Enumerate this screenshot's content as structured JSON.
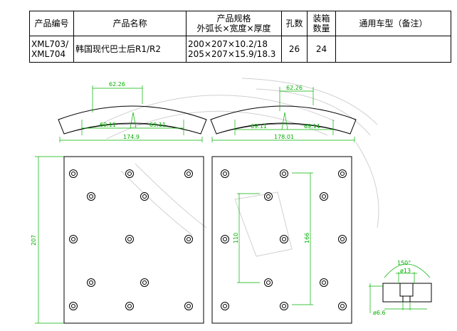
{
  "table": {
    "headers": {
      "code": "产品编号",
      "name": "产品名称",
      "spec_line1": "产品规格",
      "spec_line2": "外弧长×宽度×厚度",
      "holes": "孔数",
      "pack_line1": "装箱",
      "pack_line2": "数量",
      "vehicle": "通用车型（备注）"
    },
    "row": {
      "code_line1": "XML703/",
      "code_line2": "XML704",
      "name": "韩国现代巴士后R1/R2",
      "spec_line1": "200×207×10.2/18",
      "spec_line2": "205×207×15.9/18.3",
      "holes": "26",
      "pack": "24",
      "vehicle": ""
    }
  },
  "drawing": {
    "left_arc": {
      "chord": "62.26",
      "seg_left": "69.11",
      "seg_right": "69.11",
      "total": "174.9"
    },
    "right_arc": {
      "chord": "62.26",
      "seg_left": "69.11",
      "seg_right": "69.11",
      "total": "178.01"
    },
    "width_dim": "207",
    "inner_dim": "110",
    "outer_dim": "166",
    "angle": "150°",
    "hole_small": "ø13",
    "hole_large": "ø6.6",
    "colors": {
      "line": "#000000",
      "dimension": "#00b000",
      "watermark": "#d0d0d0"
    }
  }
}
